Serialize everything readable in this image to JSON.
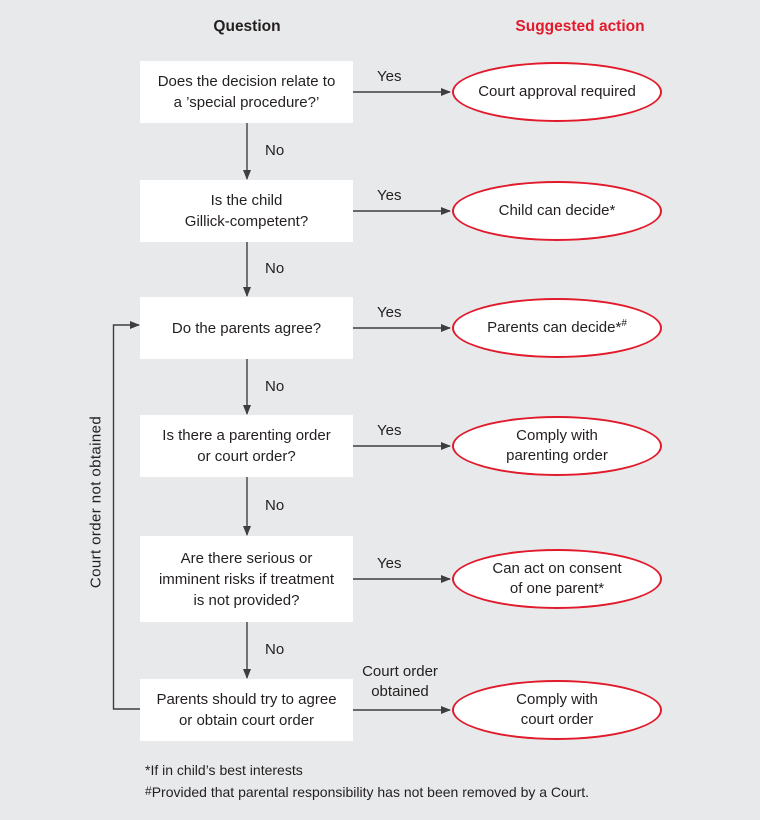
{
  "palette": {
    "background": "#e8e9ea",
    "box_fill": "#ffffff",
    "accent_red": "#e11a2c",
    "text": "#231f20",
    "arrow": "#3e3e40"
  },
  "header": {
    "question": "Question",
    "suggested_action": "Suggested action"
  },
  "side_label": "Court order not obtained",
  "rows": [
    {
      "question_lines": [
        "Does the decision relate to",
        "a ’special procedure?’"
      ],
      "yes_label": "Yes",
      "action_lines": [
        "Court approval required"
      ]
    },
    {
      "question_lines": [
        "Is the child",
        "Gillick-competent?"
      ],
      "yes_label": "Yes",
      "action_lines": [
        "Child can decide*"
      ]
    },
    {
      "question_lines": [
        "Do the parents agree?"
      ],
      "yes_label": "Yes",
      "action_lines": [
        "Parents can decide*"
      ],
      "action_sup": "#"
    },
    {
      "question_lines": [
        "Is there a parenting order",
        "or court order?"
      ],
      "yes_label": "Yes",
      "action_lines": [
        "Comply with",
        "parenting order"
      ]
    },
    {
      "question_lines": [
        "Are there serious or",
        "imminent risks if treatment",
        "is not provided?"
      ],
      "yes_label": "Yes",
      "action_lines": [
        "Can act on consent",
        "of one parent*"
      ]
    },
    {
      "question_lines": [
        "Parents should try to agree",
        "or obtain court order"
      ],
      "edge_label_lines": [
        "Court order",
        "obtained"
      ],
      "action_lines": [
        "Comply with",
        "court order"
      ]
    }
  ],
  "no_labels": [
    "No",
    "No",
    "No",
    "No",
    "No"
  ],
  "footnotes": [
    {
      "marker": "*",
      "text": "If in child’s best interests"
    },
    {
      "marker": "#",
      "text": "Provided that parental responsibility has not been removed by a Court."
    }
  ]
}
